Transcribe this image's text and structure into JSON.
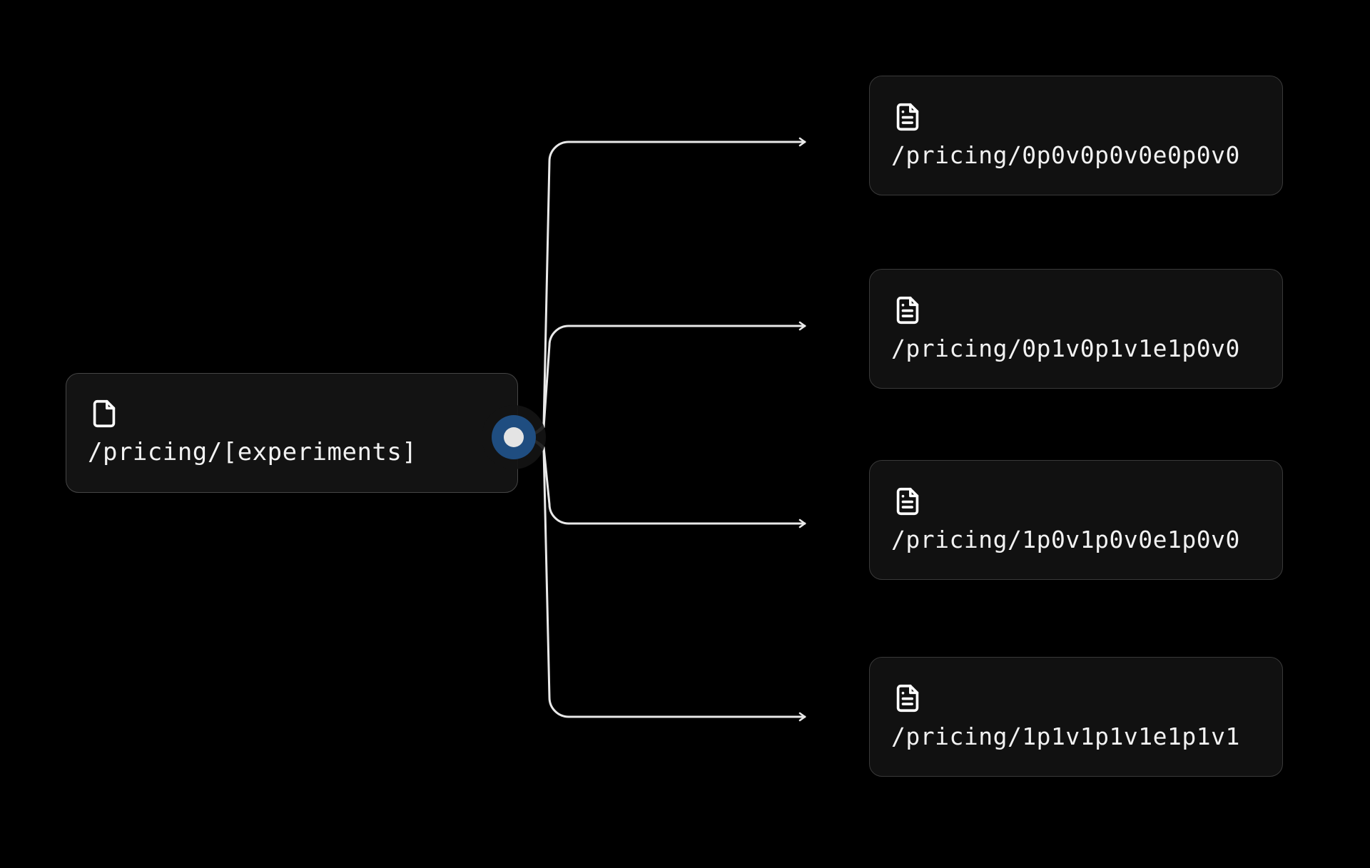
{
  "canvas": {
    "background": "#000000",
    "edge_color": "#e9e9e9",
    "handle_color": "#1f4d80",
    "handle_dot_color": "#e4e4e4",
    "node_fill": "#111111",
    "node_border": "#3a3a3a",
    "text_color": "#f2f2f2"
  },
  "source_node": {
    "icon": "file-icon",
    "label": "/pricing/[experiments]",
    "handle": {
      "name": "source-handle",
      "icon": "connector-handle-icon"
    }
  },
  "target_nodes": [
    {
      "icon": "file-text-icon",
      "label": "/pricing/0p0v0p0v0e0p0v0"
    },
    {
      "icon": "file-text-icon",
      "label": "/pricing/0p1v0p1v1e1p0v0"
    },
    {
      "icon": "file-text-icon",
      "label": "/pricing/1p0v1p0v0e1p0v0"
    },
    {
      "icon": "file-text-icon",
      "label": "/pricing/1p1v1p1v1e1p1v1"
    }
  ],
  "edges": [
    {
      "name": "edge-to-target-1",
      "from": "source-handle",
      "to": "/pricing/0p0v0p0v0e0p0v0"
    },
    {
      "name": "edge-to-target-2",
      "from": "source-handle",
      "to": "/pricing/0p1v0p1v1e1p0v0"
    },
    {
      "name": "edge-to-target-3",
      "from": "source-handle",
      "to": "/pricing/1p0v1p0v0e1p0v0"
    },
    {
      "name": "edge-to-target-4",
      "from": "source-handle",
      "to": "/pricing/1p1v1p1v1e1p1v1"
    }
  ]
}
